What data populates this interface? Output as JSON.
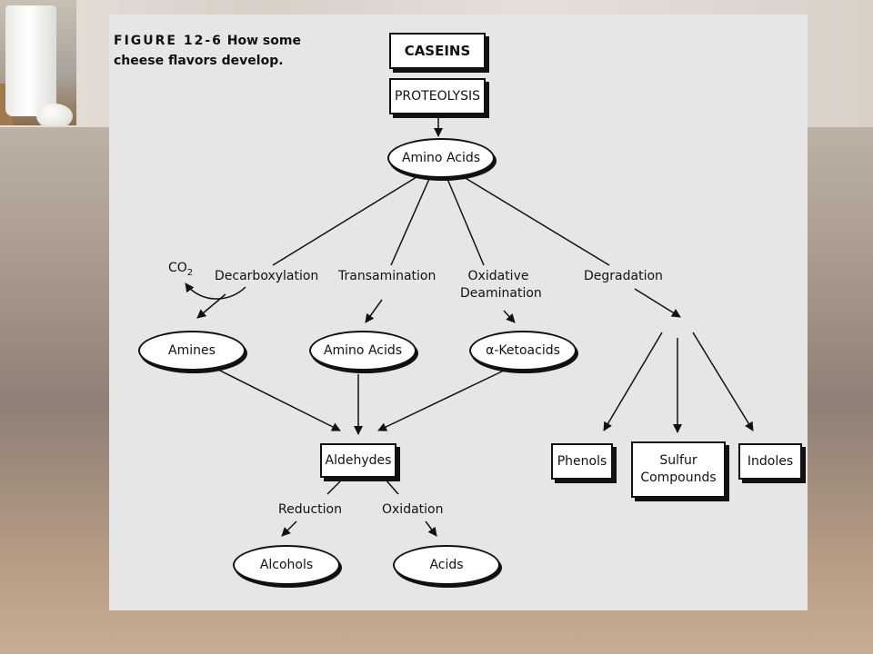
{
  "figure": {
    "label": "FIGURE 12-6",
    "title": "How some cheese flavors develop."
  },
  "nodes": {
    "caseins": "CASEINS",
    "proteolysis": "PROTEOLYSIS",
    "amino_acids_top": "Amino Acids",
    "amines": "Amines",
    "amino_acids_mid": "Amino Acids",
    "ketoacids": "α-Ketoacids",
    "aldehydes": "Aldehydes",
    "alcohols": "Alcohols",
    "acids": "Acids",
    "phenols": "Phenols",
    "sulfur_compounds_line1": "Sulfur",
    "sulfur_compounds_line2": "Compounds",
    "indoles": "Indoles"
  },
  "edge_labels": {
    "co2_main": "CO",
    "co2_sub": "2",
    "decarboxylation": "Decarboxylation",
    "transamination": "Transamination",
    "oxidative_deamination_line1": "Oxidative",
    "oxidative_deamination_line2": "Deamination",
    "degradation": "Degradation",
    "reduction": "Reduction",
    "oxidation": "Oxidation"
  }
}
